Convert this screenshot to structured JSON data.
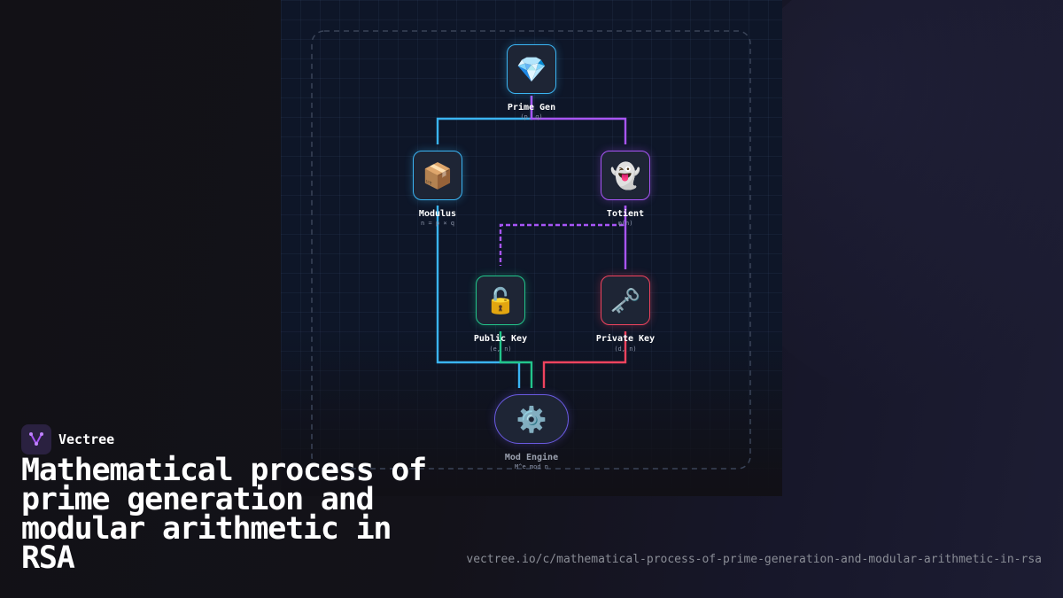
{
  "brand": {
    "name": "Vectree",
    "logo_icon": "vectree-fork-icon",
    "accent": "#a855f7"
  },
  "headline": "Mathematical process of prime generation and modular arithmetic in RSA",
  "url": "vectree.io/c/mathematical-process-of-prime-generation-and-modular-arithmetic-in-rsa",
  "diagram": {
    "nodes": [
      {
        "id": "prime-gen",
        "icon": "gem-icon",
        "glyph": "💎",
        "title": "Prime Gen",
        "subtitle": "(p, q)",
        "color": "#3ab4f2"
      },
      {
        "id": "modulus",
        "icon": "package-icon",
        "glyph": "📦",
        "title": "Modulus",
        "subtitle": "n = p × q",
        "color": "#3ab4f2"
      },
      {
        "id": "totient",
        "icon": "ghost-icon",
        "glyph": "👻",
        "title": "Totient",
        "subtitle": "φ(n)",
        "color": "#a855f7"
      },
      {
        "id": "public-key",
        "icon": "unlocked-padlock-icon",
        "glyph": "🔓",
        "title": "Public Key",
        "subtitle": "(e, n)",
        "color": "#22c58b"
      },
      {
        "id": "private-key",
        "icon": "old-key-icon",
        "glyph": "🗝️",
        "title": "Private Key",
        "subtitle": "(d, n)",
        "color": "#f0435e"
      },
      {
        "id": "mod-engine",
        "icon": "gear-icon",
        "glyph": "⚙️",
        "title": "Mod Engine",
        "subtitle": "M^e mod n",
        "color": "#6a5ae0"
      }
    ],
    "edges": [
      {
        "from": "prime-gen",
        "to": "modulus",
        "color": "#3ab4f2",
        "style": "solid"
      },
      {
        "from": "prime-gen",
        "to": "totient",
        "color": "#a855f7",
        "style": "solid"
      },
      {
        "from": "totient",
        "to": "public-key",
        "color": "#a855f7",
        "style": "dashed"
      },
      {
        "from": "totient",
        "to": "private-key",
        "color": "#a855f7",
        "style": "solid"
      },
      {
        "from": "modulus",
        "to": "mod-engine",
        "color": "#3ab4f2",
        "style": "solid"
      },
      {
        "from": "public-key",
        "to": "mod-engine",
        "color": "#22c58b",
        "style": "solid"
      },
      {
        "from": "private-key",
        "to": "mod-engine",
        "color": "#f0435e",
        "style": "solid"
      }
    ]
  }
}
